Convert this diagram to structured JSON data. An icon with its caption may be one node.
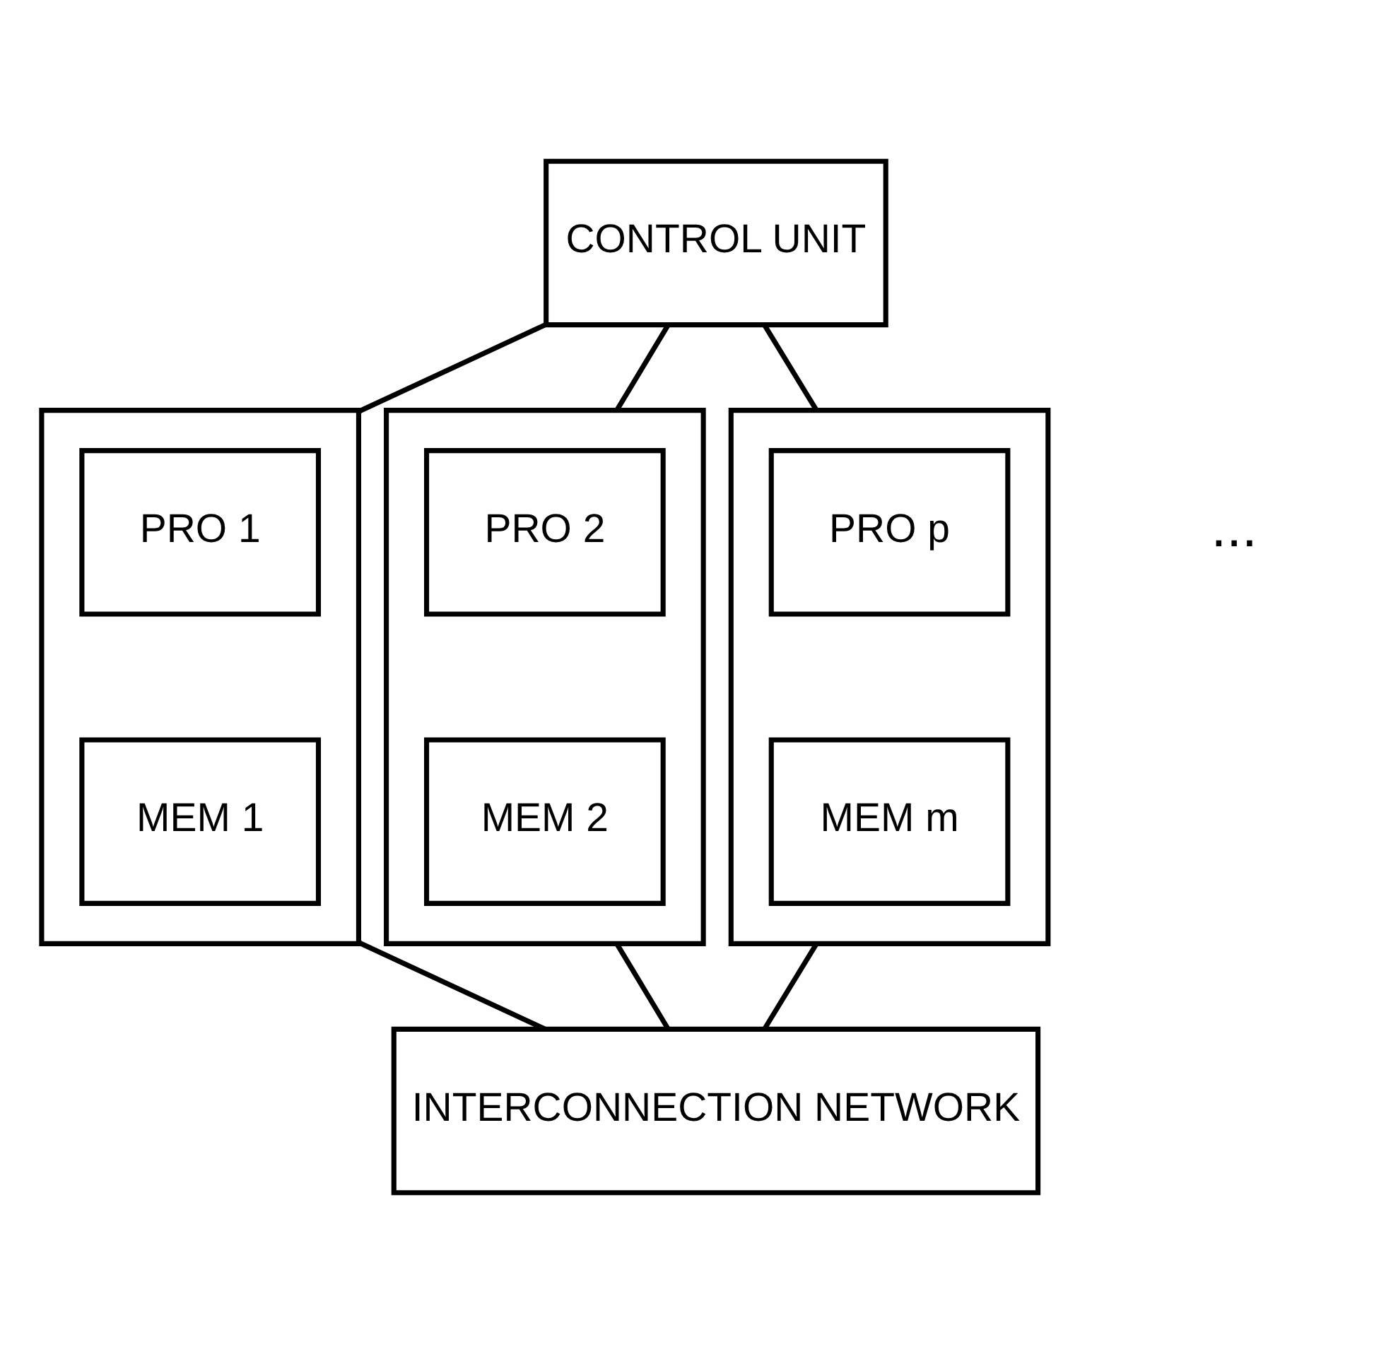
{
  "diagram": {
    "nodes": [
      {
        "text": [
          "CONTROL UNIT"
        ]
      },
      {
        "text": [],
        "shape": "box"
      },
      {
        "text": [
          "PRO 1"
        ],
        "in": 1
      },
      {
        "text": [
          "MEM 1"
        ],
        "in": 1
      },
      {
        "text": [],
        "shape": "box"
      },
      {
        "text": [
          "PRO 2"
        ],
        "in": 4
      },
      {
        "text": [
          "MEM 2"
        ],
        "in": 4
      },
      {
        "text": [],
        "shape": "box"
      },
      {
        "text": [
          "PRO p"
        ],
        "in": 7
      },
      {
        "text": [
          "MEM m"
        ],
        "in": 7
      },
      {
        "text": [
          "INTERCONNECTION NETWORK"
        ]
      }
    ],
    "edges": [
      {
        "from": 0,
        "to": 1,
        "arrow": "none"
      },
      {
        "from": 0,
        "to": 4,
        "arrow": "none"
      },
      {
        "from": 0,
        "to": 7,
        "arrow": "none"
      },
      {
        "from": 1,
        "to": 10,
        "arrow": "none"
      },
      {
        "from": 4,
        "to": 10,
        "arrow": "none"
      },
      {
        "from": 7,
        "to": 10,
        "arrow": "none"
      }
    ],
    "labels": [
      "..."
    ]
  }
}
